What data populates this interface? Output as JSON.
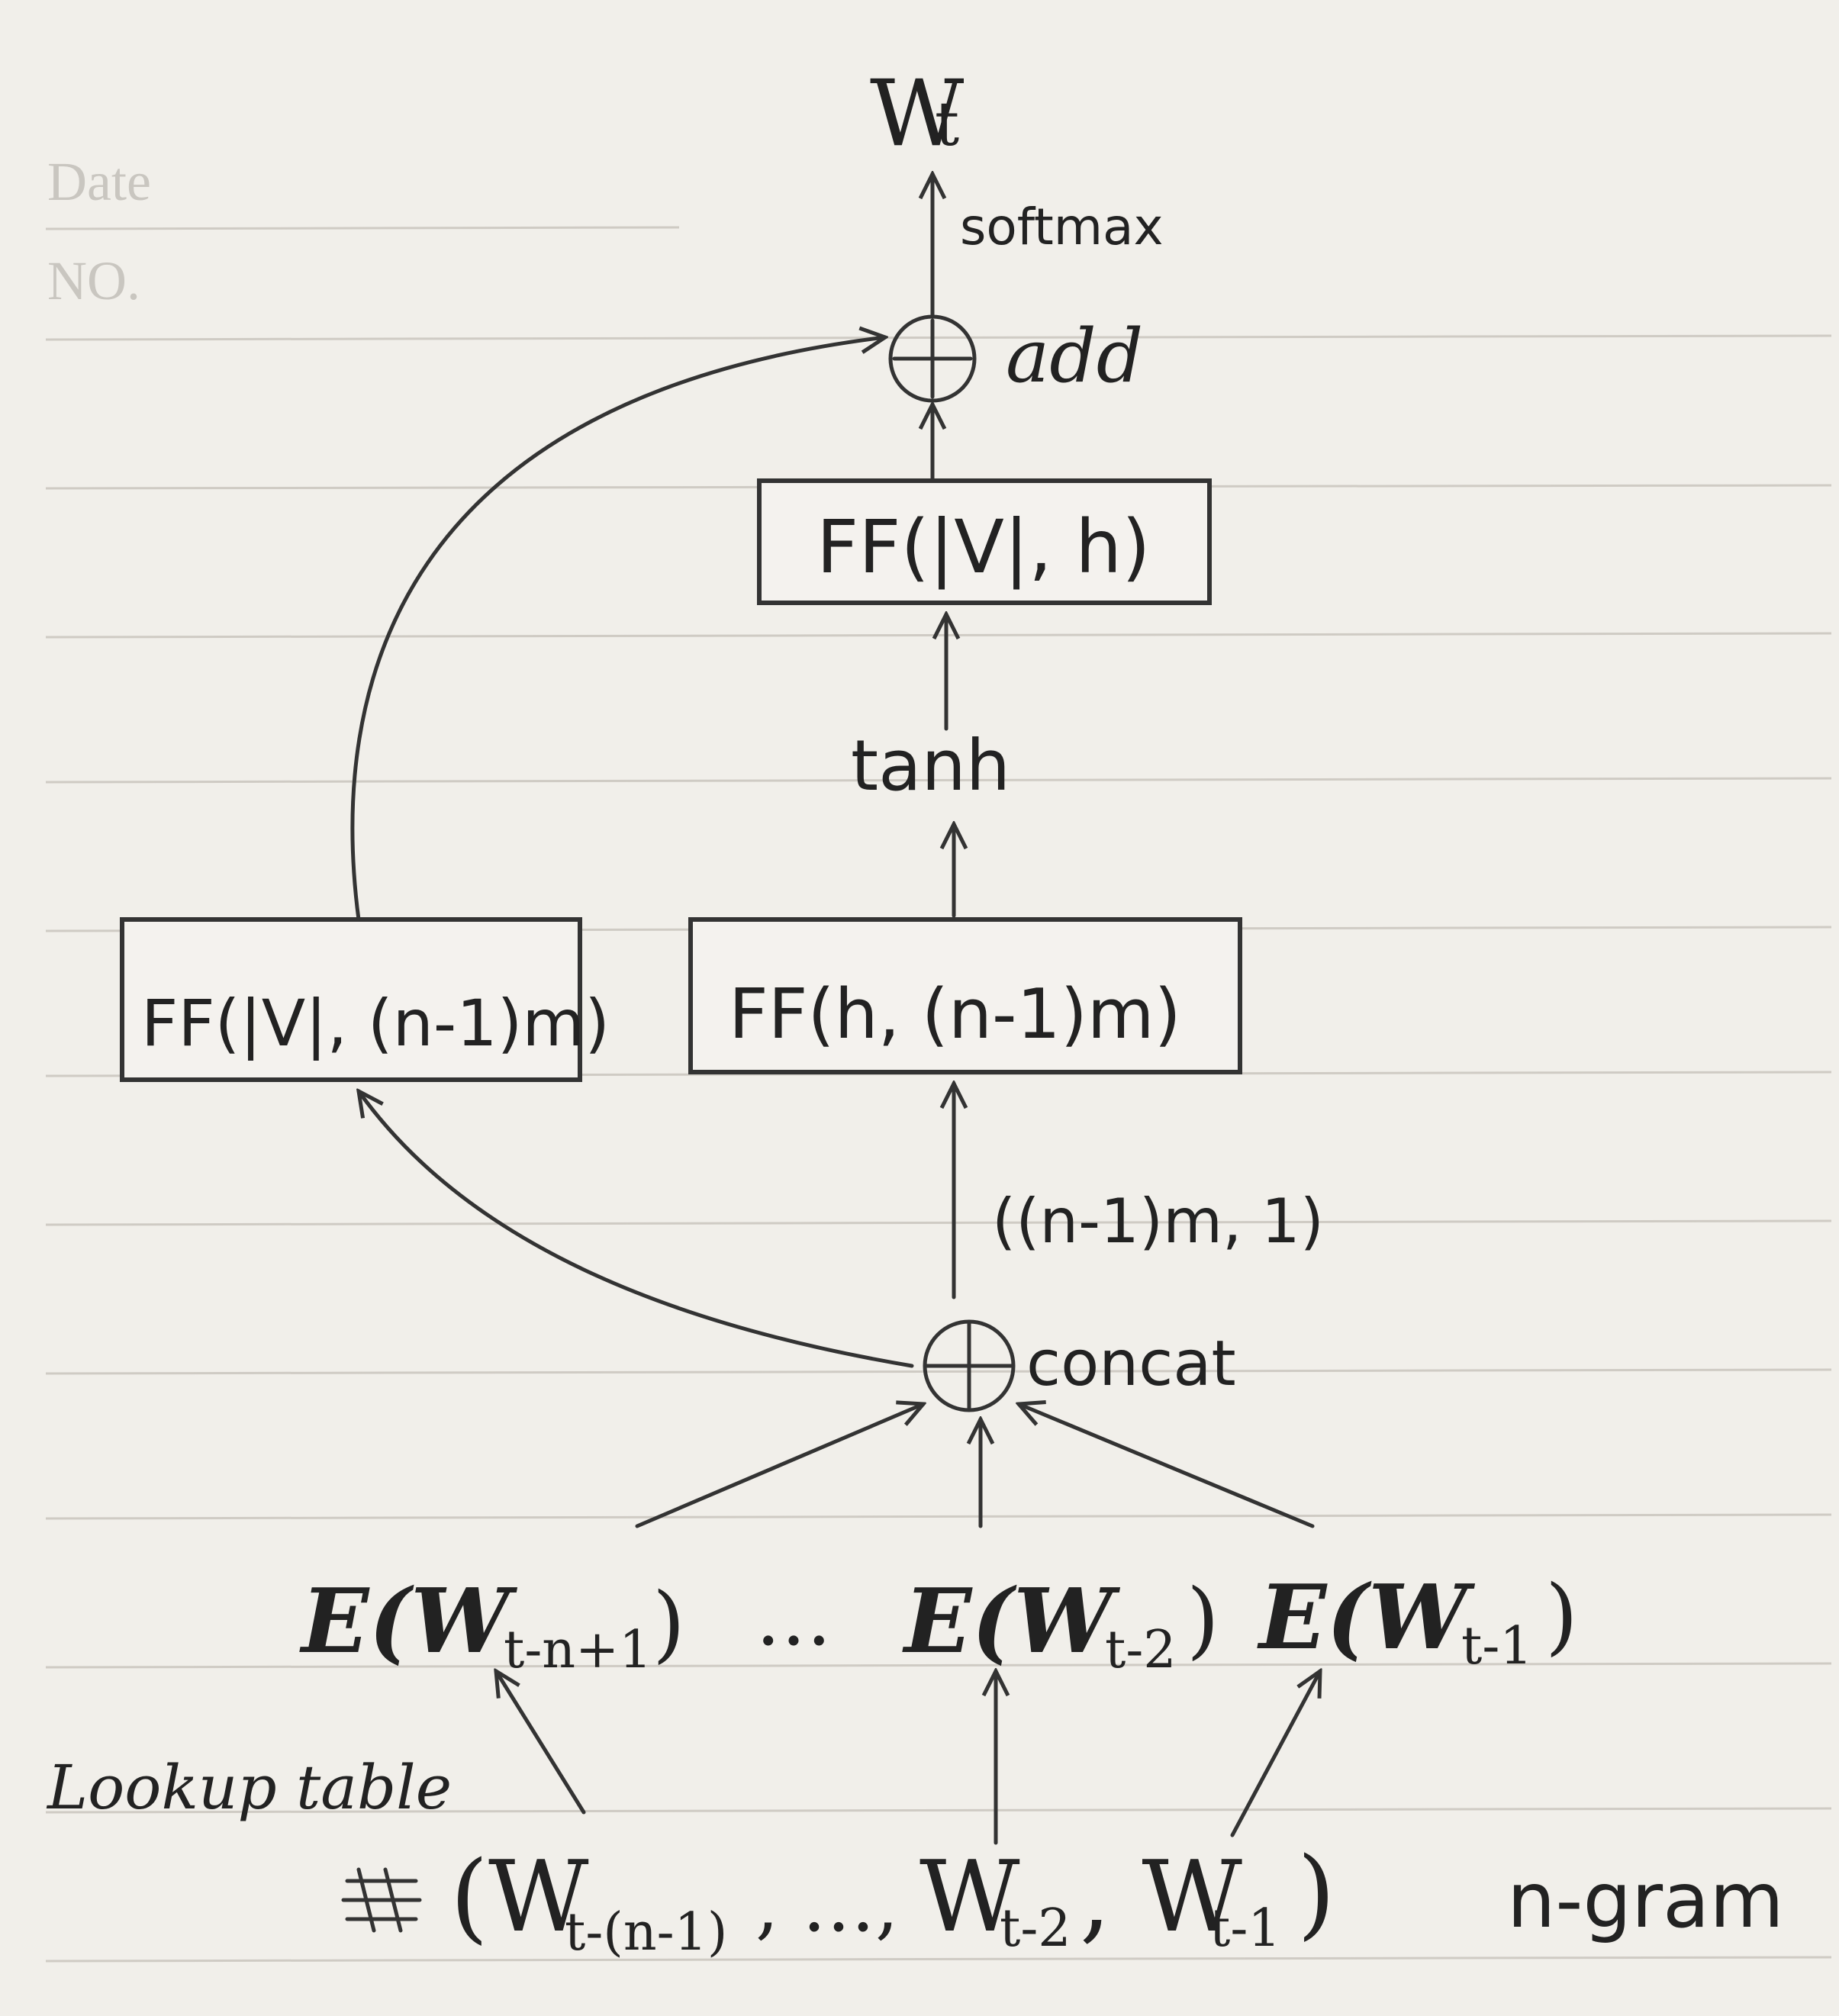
{
  "header": {
    "date_label": "Date",
    "number_label": "NO."
  },
  "nodes": {
    "output": "W",
    "output_sub": "t",
    "softmax": "softmax",
    "add": "add",
    "ff_top": "FF(|V|, h)",
    "tanh": "tanh",
    "ff_left": "FF(|V|, (n-1)m)",
    "ff_mid": "FF(h, (n-1)m)",
    "concat_dim": "((n-1)m, 1)",
    "concat": "concat",
    "embed_1": "E(W",
    "embed_1_sub": "t-n+1",
    "embed_dots": "…",
    "embed_2": "E(W",
    "embed_2_sub": "t-2",
    "embed_3": "E(W",
    "embed_3_sub": "t-1",
    "lookup": "Lookup table",
    "ngram_open": "(W",
    "ngram_sub_1": "t-(n-1)",
    "ngram_dots": ", …,",
    "ngram_w2": "W",
    "ngram_sub_2": "t-2",
    "ngram_w3": ", W",
    "ngram_sub_3": "t-1",
    "ngram_close": ")",
    "ngram_label": "n-gram",
    "close_paren": ")"
  }
}
